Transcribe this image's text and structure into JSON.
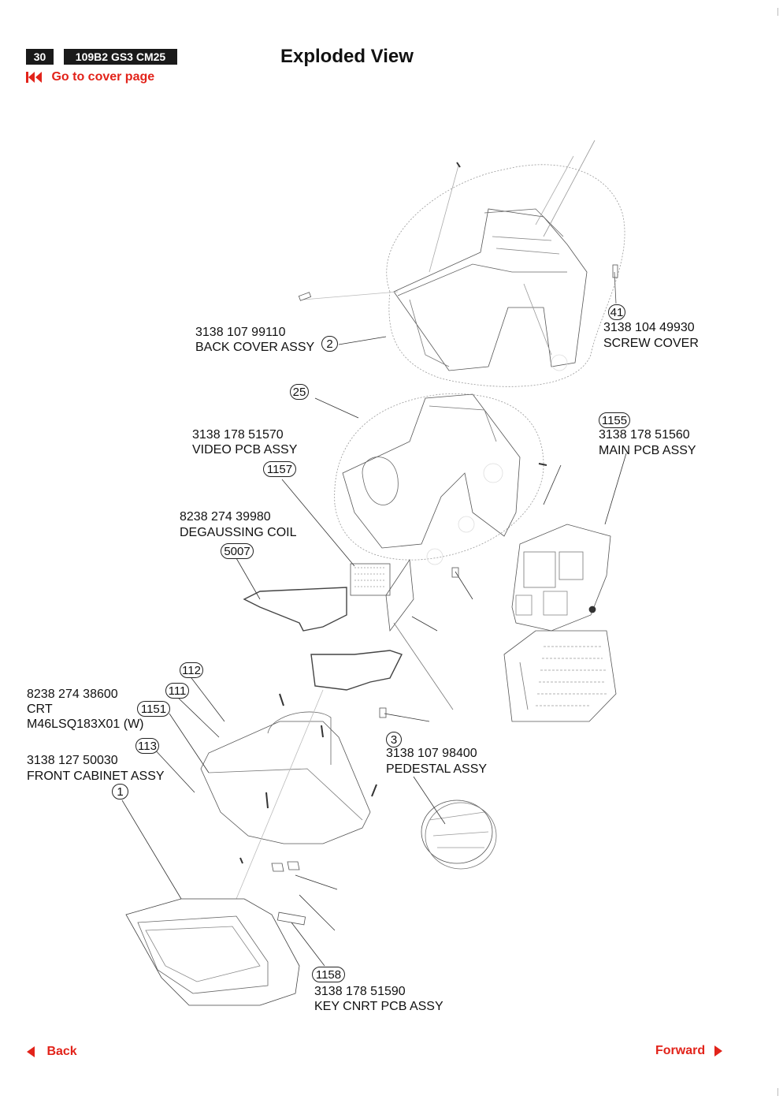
{
  "header": {
    "page_number": "30",
    "model": "109B2 GS3 CM25",
    "title": "Exploded View",
    "cover_link": "Go to cover page"
  },
  "parts": [
    {
      "num": "2",
      "code": "3138 107 99110",
      "name": "BACK COVER ASSY"
    },
    {
      "num": "41",
      "code": "3138 104 49930",
      "name": "SCREW COVER"
    },
    {
      "num": "25",
      "code": "",
      "name": ""
    },
    {
      "num": "1157",
      "code": "3138 178 51570",
      "name": "VIDEO PCB ASSY"
    },
    {
      "num": "1155",
      "code": "3138 178 51560",
      "name": "MAIN PCB ASSY"
    },
    {
      "num": "5007",
      "code": "8238 274 39980",
      "name": "DEGAUSSING COIL"
    },
    {
      "num": "112",
      "code": "",
      "name": ""
    },
    {
      "num": "111",
      "code": "",
      "name": ""
    },
    {
      "num": "1151",
      "code": "8238 274 38600",
      "name": "CRT",
      "extra": "M46LSQ183X01 (W)"
    },
    {
      "num": "113",
      "code": "",
      "name": ""
    },
    {
      "num": "1",
      "code": "3138 127 50030",
      "name": "FRONT CABINET ASSY"
    },
    {
      "num": "3",
      "code": "3138 107 98400",
      "name": "PEDESTAL ASSY"
    },
    {
      "num": "1158",
      "code": "3138 178 51590",
      "name": "KEY CNRT PCB ASSY"
    }
  ],
  "footer": {
    "back": "Back",
    "forward": "Forward"
  },
  "colors": {
    "accent": "#e2231a",
    "badge_bg": "#1a1a1a"
  }
}
